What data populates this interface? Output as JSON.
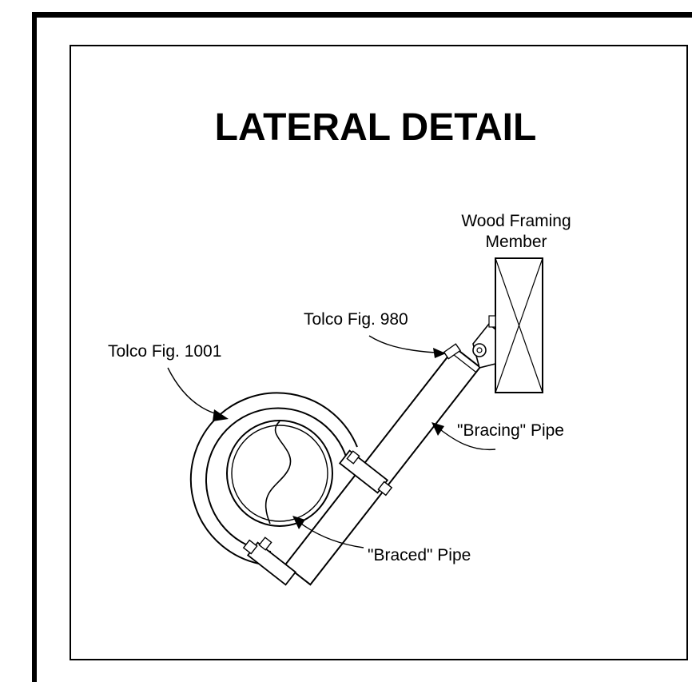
{
  "title": "LATERAL DETAIL",
  "labels": {
    "wood_line1": "Wood Framing",
    "wood_line2": "Member",
    "fig980": "Tolco Fig. 980",
    "fig1001": "Tolco Fig. 1001",
    "bracing": "\"Bracing\" Pipe",
    "braced": "\"Braced\" Pipe"
  },
  "colors": {
    "ink": "#000000",
    "paper": "#ffffff"
  }
}
